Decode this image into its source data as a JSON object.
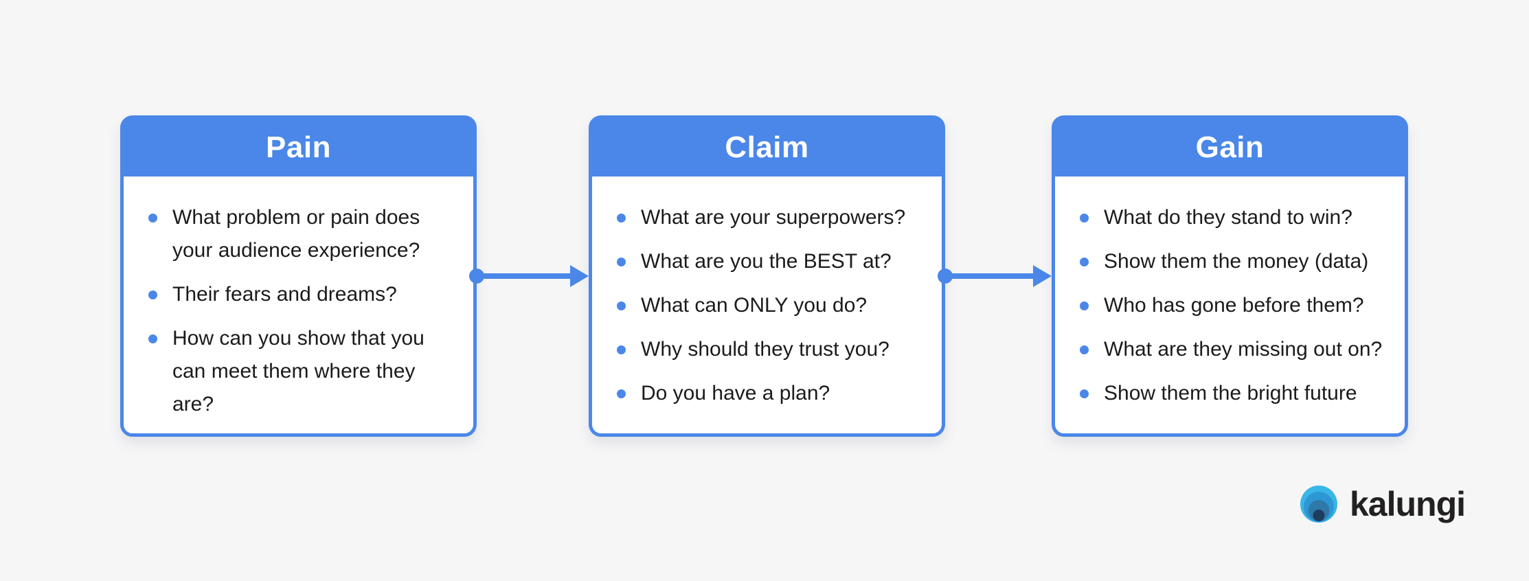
{
  "canvas": {
    "background_color": "#f6f6f7",
    "accent_color": "#4a87e8",
    "text_color": "#1b1b1b"
  },
  "cards": [
    {
      "title": "Pain",
      "items": [
        "What problem or pain does your audience experience?",
        "Their fears and dreams?",
        "How can you show that you can meet them where they are?"
      ]
    },
    {
      "title": "Claim",
      "items": [
        "What are your superpowers?",
        "What are you the BEST at?",
        "What can ONLY you do?",
        "Why should they trust you?",
        "Do you have a plan?"
      ]
    },
    {
      "title": "Gain",
      "items": [
        "What do they stand to win?",
        "Show them the money (data)",
        "Who has gone before them?",
        "What are they missing out on?",
        "Show them the bright future"
      ]
    }
  ],
  "connectors": [
    {
      "from": "Pain",
      "to": "Claim",
      "style": "dot-line-arrowhead"
    },
    {
      "from": "Claim",
      "to": "Gain",
      "style": "dot-line-arrowhead"
    }
  ],
  "logo": {
    "text": "kalungi",
    "text_color": "#232021",
    "mark_colors": [
      "#3ab5e8",
      "#2d97d4",
      "#2f79a9",
      "#1d3e5f"
    ]
  }
}
